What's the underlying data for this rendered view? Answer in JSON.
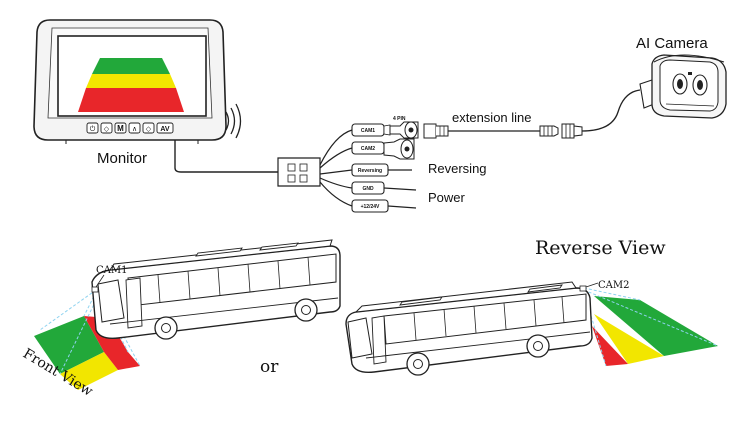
{
  "labels": {
    "monitor": "Monitor",
    "ai_camera": "AI Camera",
    "extension_line": "extension line",
    "reversing": "Reversing",
    "power": "Power",
    "reverse_view": "Reverse View",
    "front_view": "Front View",
    "or": "or",
    "cam1": "CAM1",
    "cam2": "CAM2"
  },
  "connectors": {
    "cam1_plug": "CAM1",
    "cam2_plug": "CAM2",
    "reversing_plug": "Reversing",
    "gnd_plug": "GND",
    "power_plug": "+12/24V",
    "pin_note": "4 PIN"
  },
  "monitor_buttons": [
    "⏻",
    "◇",
    "M",
    "∧",
    "◇",
    "AV"
  ],
  "colors": {
    "green": "#22a83a",
    "yellow": "#f2e600",
    "red": "#e8262a",
    "sensor_blue": "#8fd3f0"
  }
}
